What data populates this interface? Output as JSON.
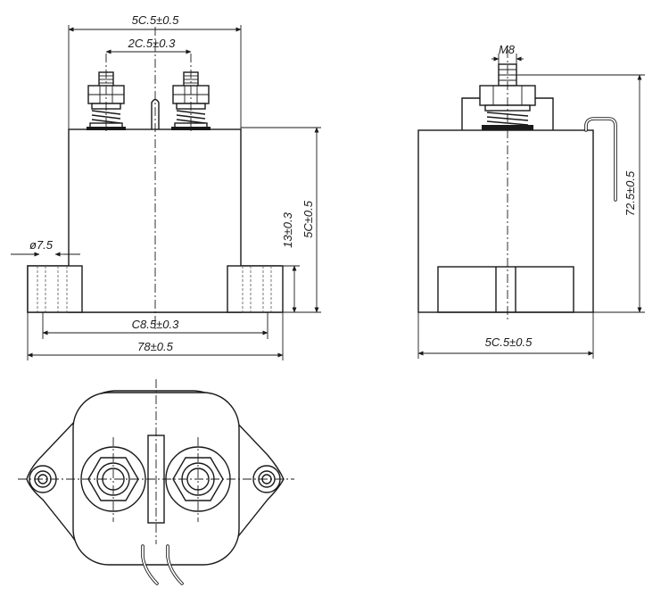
{
  "dimensions": {
    "front_overall_width": "5C.5±0.5",
    "terminal_spacing": "2C.5±0.3",
    "mount_hole_diameter": "ø7.5",
    "body_height": "13±0.3",
    "overall_body_height": "5C±0.5",
    "mount_hole_spacing": "C8.5±0.3",
    "flange_width": "78±0.5",
    "thread_size": "M8",
    "side_total_height": "72.5±0.5",
    "side_width": "5C.5±0.5"
  }
}
